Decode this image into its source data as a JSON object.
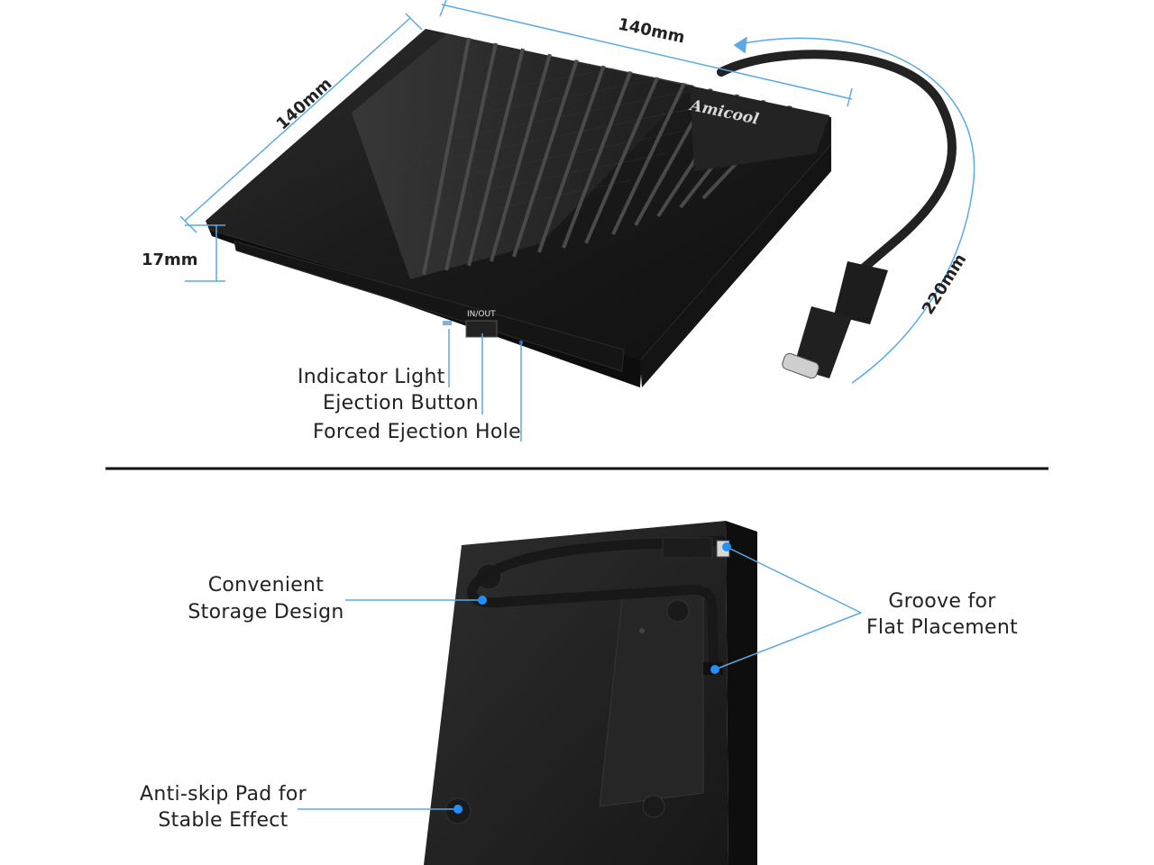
{
  "top_product": {
    "brand": "Amicool",
    "button_label": "IN/OUT",
    "dimensions": {
      "width": "140mm",
      "depth": "140mm",
      "height": "17mm",
      "cable": "220mm"
    },
    "callouts": {
      "indicator": "Indicator Light",
      "eject_button": "Ejection Button",
      "forced_eject": "Forced Ejection Hole"
    }
  },
  "bottom_product": {
    "callouts": {
      "storage_line1": "Convenient",
      "storage_line2": "Storage Design",
      "groove_line1": "Groove for",
      "groove_line2": "Flat Placement",
      "pad_line1": "Anti-skip Pad for",
      "pad_line2": "Stable Effect"
    }
  },
  "colors": {
    "accent": "#1e90ff",
    "dimension_line": "#5aa9e6",
    "body": "#1b1b1b",
    "divider": "#111111"
  }
}
